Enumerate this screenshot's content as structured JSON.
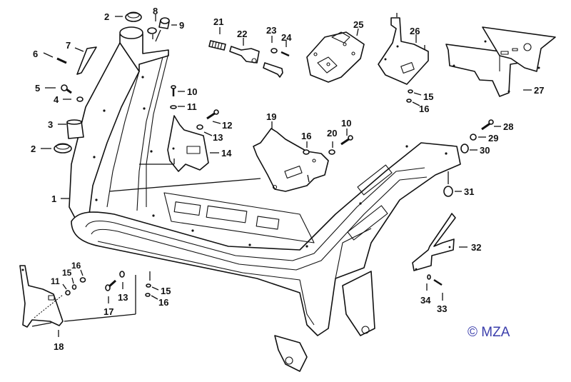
{
  "diagram": {
    "title": "Frame assembly exploded parts diagram",
    "copyright": "© MZA",
    "copyright_color": "#3a3dab",
    "callouts": [
      {
        "id": "c2a",
        "label": "2"
      },
      {
        "id": "c8",
        "label": "8"
      },
      {
        "id": "c9",
        "label": "9"
      },
      {
        "id": "c7",
        "label": "7"
      },
      {
        "id": "c6",
        "label": "6"
      },
      {
        "id": "c5",
        "label": "5"
      },
      {
        "id": "c4",
        "label": "4"
      },
      {
        "id": "c3",
        "label": "3"
      },
      {
        "id": "c2b",
        "label": "2"
      },
      {
        "id": "c1",
        "label": "1"
      },
      {
        "id": "c10a",
        "label": "10"
      },
      {
        "id": "c11a",
        "label": "11"
      },
      {
        "id": "c12",
        "label": "12"
      },
      {
        "id": "c13a",
        "label": "13"
      },
      {
        "id": "c14",
        "label": "14"
      },
      {
        "id": "c21",
        "label": "21"
      },
      {
        "id": "c22",
        "label": "22"
      },
      {
        "id": "c23",
        "label": "23"
      },
      {
        "id": "c24",
        "label": "24"
      },
      {
        "id": "c25",
        "label": "25"
      },
      {
        "id": "c26",
        "label": "26"
      },
      {
        "id": "c15a",
        "label": "15"
      },
      {
        "id": "c16a",
        "label": "16"
      },
      {
        "id": "c27",
        "label": "27"
      },
      {
        "id": "c19",
        "label": "19"
      },
      {
        "id": "c16b",
        "label": "16"
      },
      {
        "id": "c20",
        "label": "20"
      },
      {
        "id": "c10b",
        "label": "10"
      },
      {
        "id": "c28",
        "label": "28"
      },
      {
        "id": "c29",
        "label": "29"
      },
      {
        "id": "c30",
        "label": "30"
      },
      {
        "id": "c31",
        "label": "31"
      },
      {
        "id": "c32",
        "label": "32"
      },
      {
        "id": "c34",
        "label": "34"
      },
      {
        "id": "c33",
        "label": "33"
      },
      {
        "id": "c16c",
        "label": "16"
      },
      {
        "id": "c15b",
        "label": "15"
      },
      {
        "id": "c11b",
        "label": "11"
      },
      {
        "id": "c17",
        "label": "17"
      },
      {
        "id": "c13b",
        "label": "13"
      },
      {
        "id": "c15c",
        "label": "15"
      },
      {
        "id": "c16d",
        "label": "16"
      },
      {
        "id": "c18",
        "label": "18"
      }
    ]
  }
}
